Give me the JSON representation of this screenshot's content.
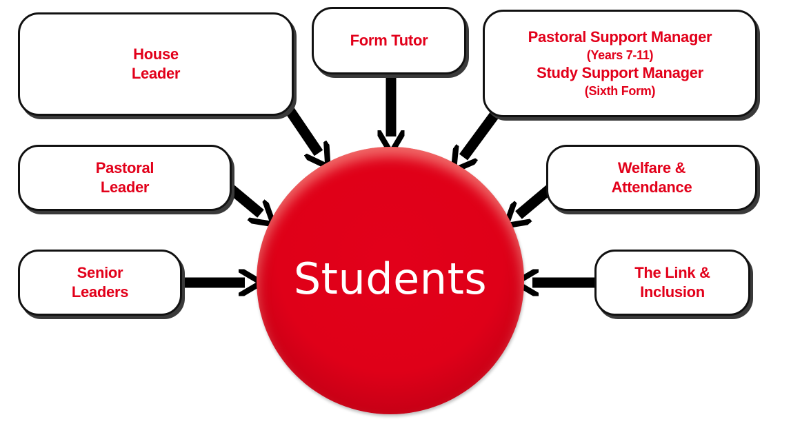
{
  "center": {
    "label": "Students"
  },
  "roles": [
    {
      "id": "house-leader",
      "lines": [
        "House",
        "Leader"
      ]
    },
    {
      "id": "form-tutor",
      "lines": [
        "Form Tutor"
      ]
    },
    {
      "id": "support-manager",
      "lines": [
        "Pastoral Support Manager",
        "(Years 7-11)",
        "Study Support Manager",
        "(Sixth Form)"
      ]
    },
    {
      "id": "pastoral-leader",
      "lines": [
        "Pastoral",
        "Leader"
      ]
    },
    {
      "id": "welfare-attendance",
      "lines": [
        "Welfare &",
        "Attendance"
      ]
    },
    {
      "id": "senior-leaders",
      "lines": [
        "Senior",
        "Leaders"
      ]
    },
    {
      "id": "link-inclusion",
      "lines": [
        "The Link &",
        "Inclusion"
      ]
    }
  ],
  "colors": {
    "role_text": "#e2001a",
    "hub_fill": "#e2001a",
    "hub_text": "#ffffff",
    "arrow": "#000000"
  }
}
